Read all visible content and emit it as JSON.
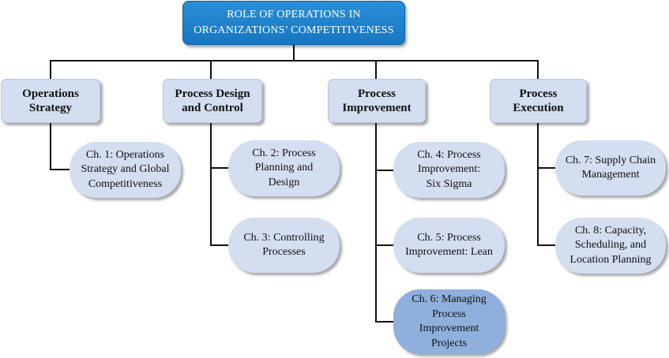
{
  "title": "ROLE OF OPERATIONS IN ORGANIZATIONS’ COMPETITIVENESS",
  "title_lines": [
    "ROLE OF OPERATIONS IN",
    "ORGANIZATIONS’ COMPETITIVENESS"
  ],
  "colors": {
    "title_fill": "#1e82cc",
    "box_fill": "#d3def0",
    "highlight_fill": "#8fb0dd",
    "line": "#111111"
  },
  "categories": [
    {
      "label": "Operations Strategy",
      "lines": [
        "Operations",
        "Strategy"
      ],
      "chapters": [
        {
          "label": "Ch. 1: Operations Strategy and Global Competitiveness",
          "lines": [
            "Ch. 1: Operations",
            "Strategy and Global",
            "Competitiveness"
          ],
          "highlighted": false
        }
      ]
    },
    {
      "label": "Process Design and Control",
      "lines": [
        "Process Design",
        "and Control"
      ],
      "chapters": [
        {
          "label": "Ch. 2: Process Planning and Design",
          "lines": [
            "Ch. 2: Process",
            "Planning and",
            "Design"
          ],
          "highlighted": false
        },
        {
          "label": "Ch. 3: Controlling Processes",
          "lines": [
            "Ch. 3: Controlling",
            "Processes"
          ],
          "highlighted": false
        }
      ]
    },
    {
      "label": "Process Improvement",
      "lines": [
        "Process",
        "Improvement"
      ],
      "chapters": [
        {
          "label": "Ch. 4: Process Improvement: Six Sigma",
          "lines": [
            "Ch. 4: Process",
            "Improvement:",
            "Six Sigma"
          ],
          "highlighted": false
        },
        {
          "label": "Ch. 5: Process Improvement: Lean",
          "lines": [
            "Ch. 5: Process",
            "Improvement: Lean"
          ],
          "highlighted": false
        },
        {
          "label": "Ch. 6: Managing Process Improvement Projects",
          "lines": [
            "Ch. 6: Managing",
            "Process",
            "Improvement",
            "Projects"
          ],
          "highlighted": true
        }
      ]
    },
    {
      "label": "Process Execution",
      "lines": [
        "Process",
        "Execution"
      ],
      "chapters": [
        {
          "label": "Ch. 7: Supply Chain Management",
          "lines": [
            "Ch. 7: Supply Chain",
            "Management"
          ],
          "highlighted": false
        },
        {
          "label": "Ch. 8: Capacity, Scheduling, and Location Planning",
          "lines": [
            "Ch. 8: Capacity,",
            "Scheduling, and",
            "Location Planning"
          ],
          "highlighted": false
        }
      ]
    }
  ]
}
